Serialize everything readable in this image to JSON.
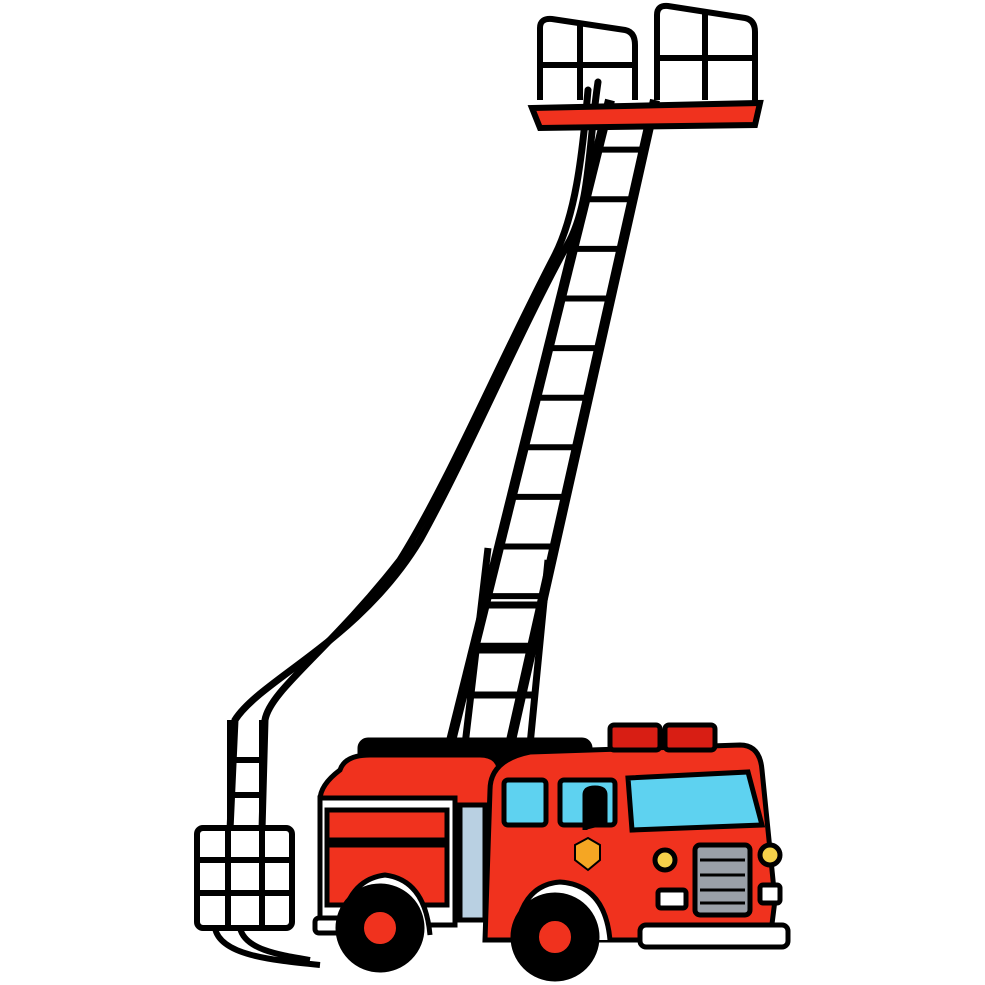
{
  "illustration": {
    "subject": "fire-truck-with-aerial-ladder",
    "colors": {
      "background": "#ffffff",
      "outline": "#000000",
      "body_red": "#f0321e",
      "dark_red": "#c8170f",
      "window_blue": "#5ed2f0",
      "headlight_yellow": "#f5d24a",
      "grille_gray": "#9aa0a8",
      "white_trim": "#ffffff",
      "ladder_rail": "#000000"
    },
    "parts": [
      "aerial-ladder",
      "platform-basket",
      "hose",
      "hose-basket",
      "cab",
      "body",
      "wheels",
      "light-bar"
    ]
  }
}
